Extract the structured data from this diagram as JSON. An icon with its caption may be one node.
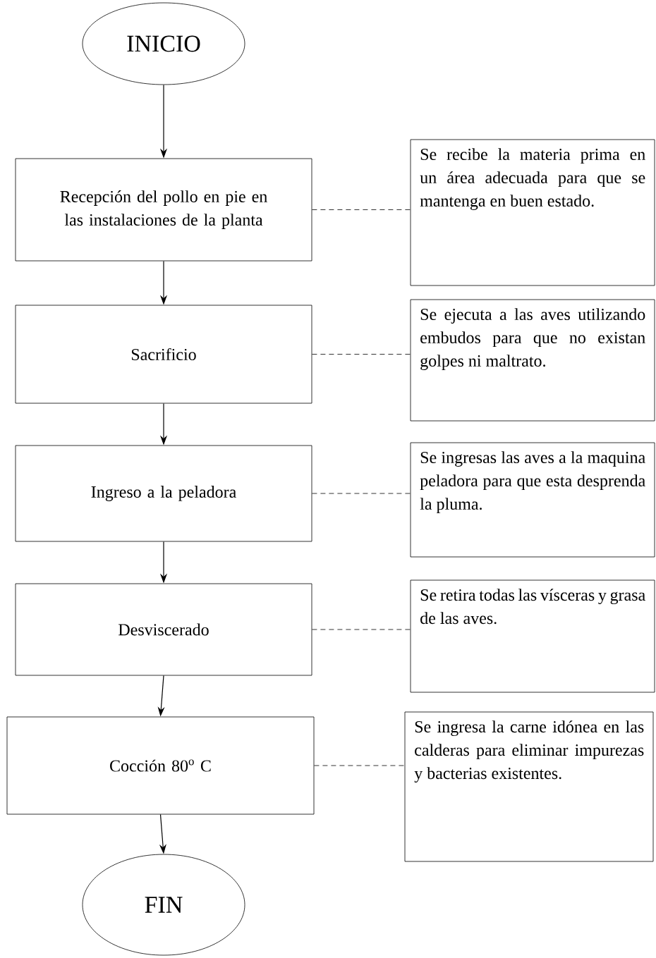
{
  "diagram": {
    "nodes": [
      {
        "text": [
          "INICIO"
        ]
      },
      {
        "text": [
          "Recepción del pollo en pie en las instalaciones de la planta"
        ]
      },
      {
        "text": [
          "Sacrificio"
        ]
      },
      {
        "text": [
          "Ingreso a la peladora"
        ]
      },
      {
        "text": [
          "Desviscerado"
        ]
      },
      {
        "text": [
          "Cocción 80$^{o}$ C"
        ]
      },
      {
        "text": [
          "FIN"
        ]
      },
      {
        "text": [
          "Se recibe la materia prima en un área adecuada para que se mantenga en buen estado."
        ]
      },
      {
        "text": [
          "Se ejecuta a las aves utilizando embudos para que no existan golpes ni maltrato."
        ]
      },
      {
        "text": [
          "Se ingresas las aves a la maquina peladora para que esta desprenda la pluma."
        ]
      },
      {
        "text": [
          "Se retira todas las vísceras y grasa de las aves."
        ]
      },
      {
        "text": [
          "Se ingresa la carne idónea en las calderas para eliminar impurezas y bacterias existentes."
        ]
      }
    ],
    "edges": [
      {
        "from": 0,
        "to": 1,
        "arrow": "to"
      },
      {
        "from": 1,
        "to": 2,
        "arrow": "to"
      },
      {
        "from": 2,
        "to": 3,
        "arrow": "to"
      },
      {
        "from": 3,
        "to": 4,
        "arrow": "to"
      },
      {
        "from": 4,
        "to": 5,
        "arrow": "to"
      },
      {
        "from": 5,
        "to": 6,
        "arrow": "to"
      },
      {
        "from": 1,
        "to": 7,
        "arrow": "none",
        "style": "dashed"
      },
      {
        "from": 2,
        "to": 8,
        "arrow": "none",
        "style": "dashed"
      },
      {
        "from": 3,
        "to": 9,
        "arrow": "none",
        "style": "dashed"
      },
      {
        "from": 4,
        "to": 10,
        "arrow": "none",
        "style": "dashed"
      },
      {
        "from": 5,
        "to": 11,
        "arrow": "none",
        "style": "dashed"
      }
    ]
  }
}
